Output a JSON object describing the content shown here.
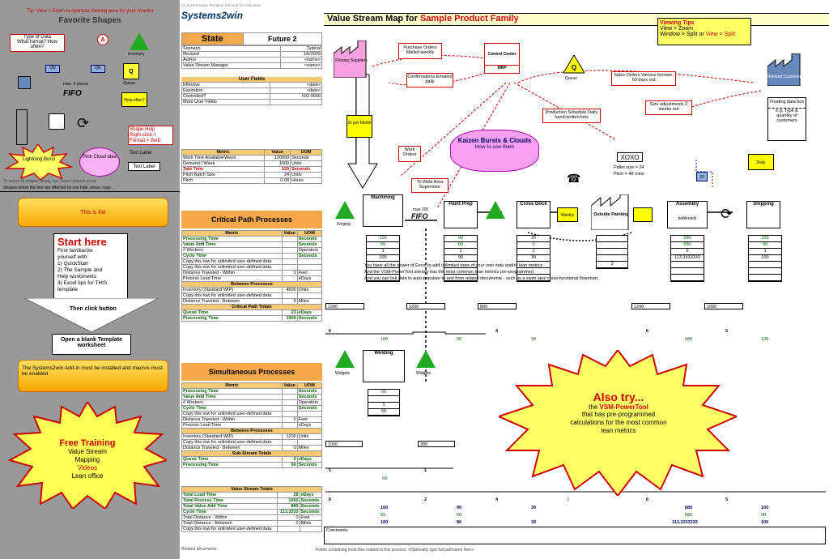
{
  "left": {
    "tip": "Tip: View > Zoom to optimize viewing area for your monitor",
    "fav_title": "Favorite Shapes",
    "type_of_data": "Type of Data\nWhat format? How often?",
    "label_a": "A",
    "inventory": "Inventory",
    "qty1": "Qty",
    "qty2": "Qty",
    "max_x": "max. X pieces",
    "fifo": "FIFO",
    "queue": "Queue",
    "how_often": "How often?",
    "shape_help": "Shape Help",
    "right_click": "Right-click >",
    "format_web": "Format > Web",
    "lightning": "Lightning Burst",
    "pink_cloud": "Pink Cloud idea",
    "text_label1": "Text Label",
    "text_label2": "Text Label",
    "select_hint": "To select all shapes below, use Select objects arrow",
    "row_note": "Shapes below this line are affected by row hide, move, copy...",
    "this_is_the": "This is the",
    "start_here": "Start here",
    "start_lines": [
      "First familiarize",
      "yourself with:",
      "1) QuickStart",
      "2) The Sample and",
      "Help worksheets",
      "3) Excel tips for THIS",
      "template"
    ],
    "then_click": "Then click button",
    "open_blank": "Open a blank Template worksheet",
    "addin": "The Systems2win Add-in must be installed and macros must be enabled",
    "free_training": "Free Training",
    "training_lines": [
      "Value Stream",
      "Mapping",
      "Videos",
      "Lean office"
    ]
  },
  "mid": {
    "logo": "Systems2win",
    "license": "(c) Systems2win Template licensed for evaluation",
    "state": "State",
    "future": "Future 2",
    "header_rows": [
      [
        "Scenario",
        "Typical"
      ],
      [
        "Revised",
        "1/6/2009"
      ],
      [
        "Author",
        "<name>"
      ],
      [
        "Value Stream Manager",
        "<name>"
      ]
    ],
    "user_fields": "User Fields",
    "user_rows": [
      [
        "Effective",
        "<date>"
      ],
      [
        "Expiration",
        "<date>"
      ],
      [
        "Controlled?",
        "ISO 9000"
      ],
      [
        "More User Fields",
        ""
      ]
    ],
    "metric_head": [
      "Metric",
      "Value",
      "UOM"
    ],
    "metric_rows": [
      [
        "Work Time Available/Week",
        "120000",
        "Seconds"
      ],
      [
        "Demand / Week",
        "1000",
        "Units"
      ],
      [
        "Takt Time",
        "120",
        "Seconds"
      ],
      [
        "Pitch Batch Size",
        "24",
        "Units"
      ],
      [
        "Pitch",
        "0.08",
        "Hours"
      ]
    ],
    "critical": "Critical Path Processes",
    "crit_rows": [
      [
        "Processing Time",
        "",
        "Seconds"
      ],
      [
        "Value Add Time",
        "",
        "Seconds"
      ],
      [
        "# Workers",
        "",
        "Operators"
      ],
      [
        "Cycle Time",
        "",
        "Seconds"
      ],
      [
        "Copy this row for unlimited user-defined data",
        "",
        ""
      ],
      [
        "Copy this row for unlimited user-defined data",
        "",
        ""
      ],
      [
        "Distance Traveled - Within",
        "0",
        "Feet"
      ],
      [
        "Process Lead Time",
        "",
        "eDays"
      ]
    ],
    "between": "Between Processes",
    "between_rows": [
      [
        "Inventory (Standard WIP)",
        "4600",
        "Units"
      ],
      [
        "Copy this row for unlimited user-defined data",
        "",
        ""
      ],
      [
        "Distance Traveled - Between",
        "0",
        "Miles"
      ]
    ],
    "crit_totals": "Critical Path Totals",
    "crit_total_rows": [
      [
        "Queue Time",
        "23",
        "eDays"
      ],
      [
        "Processing Time",
        "1000",
        "Seconds"
      ]
    ],
    "simultaneous": "Simultaneous Processes",
    "sim_rows": [
      [
        "Processing Time",
        "",
        "Seconds"
      ],
      [
        "Value Add Time",
        "",
        "Seconds"
      ],
      [
        "# Workers",
        "",
        "Operators"
      ],
      [
        "Cycle Time",
        "",
        "Seconds"
      ],
      [
        "Copy this row for unlimited user-defined data",
        "",
        ""
      ],
      [
        "Distance Traveled - Within",
        "0",
        "Feet"
      ],
      [
        "Process Lead Time",
        "",
        "eDays"
      ]
    ],
    "between2_rows": [
      [
        "Inventory (Standard WIP)",
        "1200",
        "Units"
      ],
      [
        "Copy this row for unlimited user-defined data",
        "",
        ""
      ],
      [
        "Distance Traveled - Between",
        "0",
        "Miles"
      ]
    ],
    "sub_totals": "Sub-Stream Totals",
    "sub_total_rows": [
      [
        "Queue Time",
        "5",
        "eDays"
      ],
      [
        "Processing Time",
        "60",
        "Seconds"
      ]
    ],
    "vs_totals": "Value Stream Totals",
    "vs_rows": [
      [
        "Total Lead Time",
        "28",
        "eDays"
      ],
      [
        "Total Process Time",
        "1060",
        "Seconds"
      ],
      [
        "Total Value Add Time",
        "885",
        "Seconds"
      ],
      [
        "Cycle Time",
        "113.3333",
        "Seconds"
      ],
      [
        "Total Distance - Within",
        "0",
        "Feet"
      ],
      [
        "Total Distance - Between",
        "0",
        "Miles"
      ],
      [
        "Copy this row for unlimited user-defined data",
        "",
        ""
      ]
    ],
    "related": "Related documents:"
  },
  "main": {
    "title_prefix": "Value Stream Map for ",
    "title_product": "Sample Product Family",
    "tips_title": "Viewing Tips",
    "tips_1": "View > Zoom",
    "tips_2a": "Window > Split",
    "tips_2b": " or ",
    "tips_2c": "View > Split",
    "primary_suppliers": "Primary Suppliers",
    "purchase_orders": "Purchase Orders Mailed weekly",
    "control_center": "Control Center",
    "mrp": "MRP",
    "confirmations": "Confirmations Emailed daily",
    "sales_orders": "Sales Orders Various formats. 60 days out",
    "beloved_customers": "Beloved Customers",
    "size_adjust": "Size adjustments 2 weeks out",
    "floating": "Floating data box",
    "eg_type": "e.g. Type & quantity of customers",
    "queue": "Queue",
    "two_per_month": "2x per Month",
    "prod_schedule": "Production Schedule Daily hand-written lists",
    "kaizen": "Kaizen Bursts & Clouds",
    "how_to": "How to use them",
    "work_orders": "Work Orders",
    "to_weld": "To Weld Area Supervisor",
    "pallet": "Pallet size = 24",
    "pitch": "Pitch = 48 mins",
    "daily": "Daily",
    "kanban_20": "20",
    "forging": "Forging",
    "machining": "Machining",
    "max200": "max 200",
    "fifo": "FIFO",
    "paint_prep": "Paint Prep",
    "cross_dock": "Cross Dock",
    "weekly": "Weekly",
    "outside_painting": "Outside Painting",
    "assembly": "Assembly",
    "bottleneck": "bottleneck",
    "shipping": "Shipping",
    "data_boxes": [
      [
        "100",
        "55",
        "1",
        "100"
      ],
      [
        "90",
        "60",
        "1",
        "90"
      ],
      [
        "30",
        "0",
        "1",
        "30"
      ],
      [
        "680",
        "680",
        "6",
        "113.3333333"
      ],
      [
        "100",
        "90",
        "1",
        "100"
      ]
    ],
    "outside_val": "3",
    "note1": "You have all the power of Excel to add unlimited rows of your own data and/or lean metrics",
    "note2": "And the VSM-PowerTool already has the most common lean metrics pre-programmed",
    "note3": "And you can link data to auto-populate to and from related documents - such as a swim lane cross-functional flowchart",
    "inv_row": [
      "1200",
      "1200",
      "800",
      "1200",
      "1000"
    ],
    "queue_days": [
      "6",
      "",
      "4",
      "",
      "6",
      "5"
    ],
    "proc_times": [
      "100",
      "90",
      "30",
      "680",
      "100"
    ],
    "widgets": "Widgets",
    "welding": "Welding",
    "weld_vals": [
      "60",
      "1",
      "60"
    ],
    "sub_inv": [
      "1000",
      "200"
    ],
    "sub_q": [
      "5",
      "1"
    ],
    "sub_p": "60",
    "also_try": "Also try...",
    "also_the": "the ",
    "vsm_tool": "VSM-PowerTool",
    "also_lines": [
      "that has pre-programmed",
      "calculations for the most common",
      "lean metrics"
    ],
    "tl_q": [
      "6",
      "2",
      "4",
      "3",
      "6",
      "5"
    ],
    "tl_p": [
      "160",
      "90",
      "30",
      "680",
      "100"
    ],
    "tl_v": [
      "55",
      "60",
      "680",
      "90"
    ],
    "tl_c": [
      "100",
      "90",
      "30",
      "113.3333333",
      "100"
    ],
    "comments": "Comments",
    "folder": "Folder containing most files related to this process: <Optionally type full pathname here>"
  },
  "colors": {
    "accent_red": "#cc0000",
    "orange": "#f7a84a",
    "yellow": "#ffff33",
    "green": "#22aa22"
  }
}
